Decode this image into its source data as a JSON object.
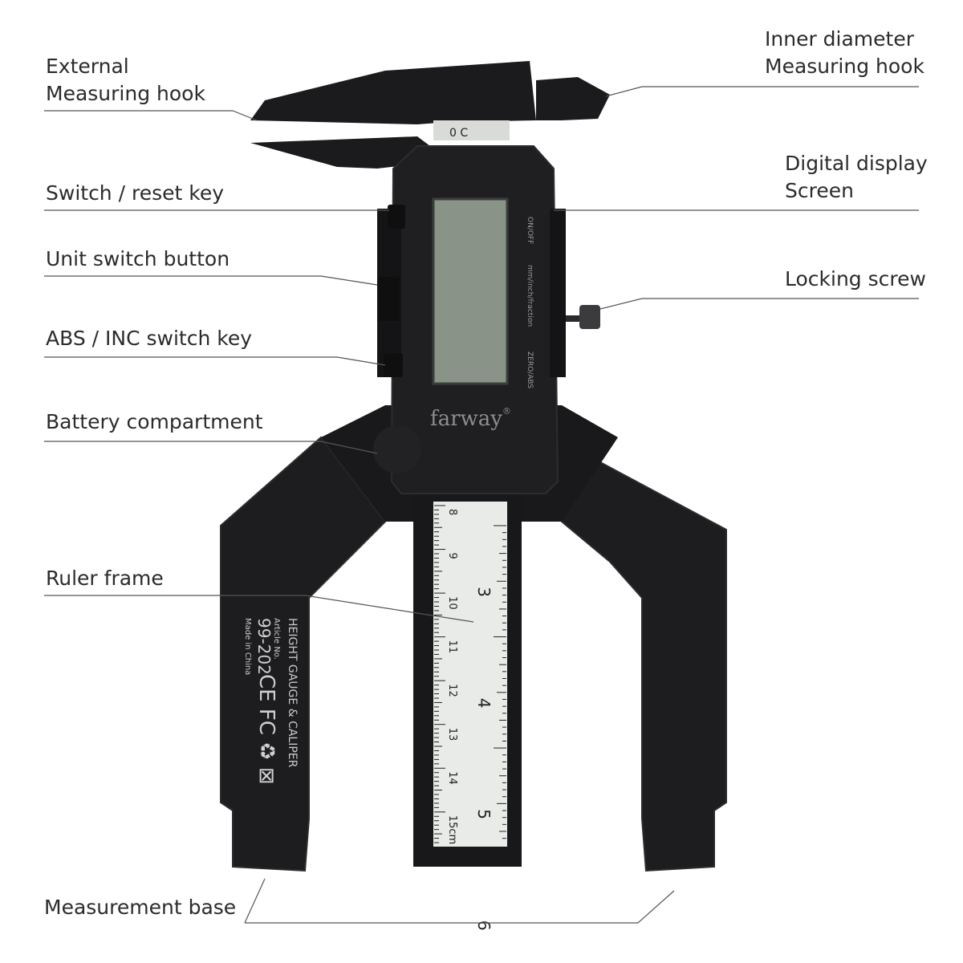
{
  "labels": {
    "external_hook": [
      "External",
      "Measuring hook"
    ],
    "inner_hook": [
      "Inner diameter",
      "Measuring hook"
    ],
    "switch_reset": "Switch / reset key",
    "display": [
      "Digital display",
      "Screen"
    ],
    "unit_switch": "Unit switch button",
    "locking_screw": "Locking screw",
    "abs_inc": "ABS / INC switch key",
    "battery": "Battery compartment",
    "ruler_frame": "Ruler frame",
    "base": "Measurement base"
  },
  "device": {
    "brand": "farway",
    "brand_mark": "®",
    "button_labels": [
      "ON/OFF",
      "mm/inch/fraction",
      "ZERO/ABS"
    ],
    "leg_text": [
      "HEIGHT GAUGE & CALIPER",
      "Article No.",
      "99-202",
      "Made in China"
    ],
    "leg_marks": "CE FC ♻ ⊠",
    "ruler_cm": [
      "8",
      "9",
      "10",
      "11",
      "12",
      "13",
      "14",
      "15cm"
    ],
    "ruler_in": [
      "3",
      "4",
      "5",
      "6"
    ],
    "jaw_digits": "0 C"
  },
  "colors": {
    "body": "#1d1d1f",
    "body_edge": "#2c2c2e",
    "lcd": "#8a9388",
    "ruler": "#e9ebe8",
    "line": "#555555"
  }
}
